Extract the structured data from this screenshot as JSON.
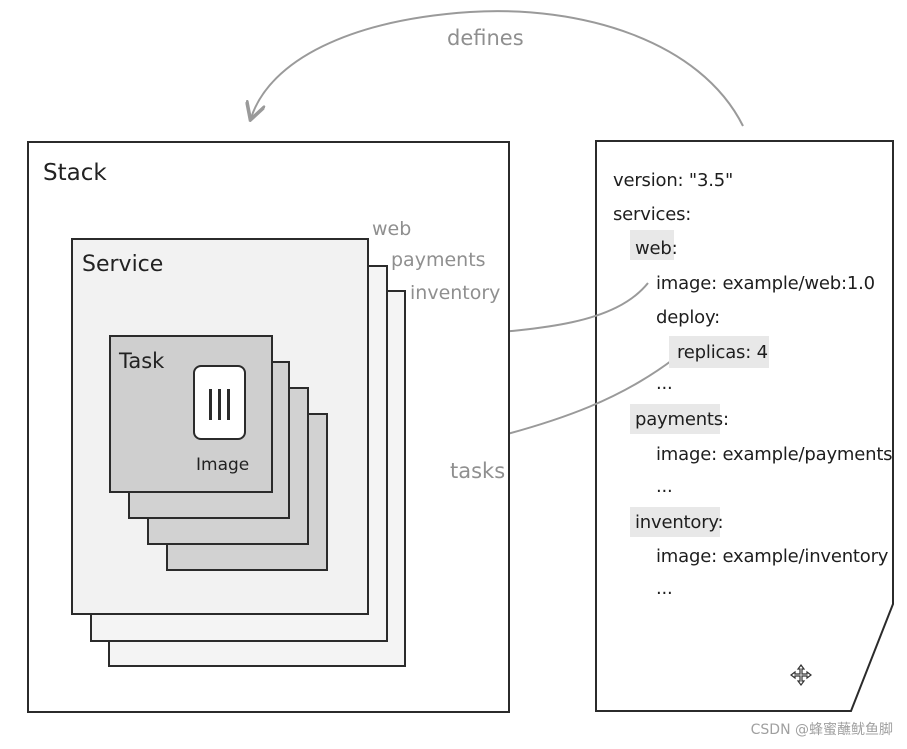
{
  "diagram": {
    "stack_label": "Stack",
    "service_label": "Service",
    "task_label": "Task",
    "image_label": "Image",
    "service_names": [
      "web",
      "payments",
      "inventory"
    ],
    "arrow_labels": {
      "defines": "defines",
      "tasks": "tasks"
    }
  },
  "compose_file": {
    "lines": {
      "version": "version: \"3.5\"",
      "services": "services:",
      "web": "web:",
      "web_image": "image: example/web:1.0",
      "deploy": "deploy:",
      "replicas": "replicas: 4",
      "ellipsis1": "...",
      "payments": "payments:",
      "payments_image": "image: example/payments",
      "ellipsis2": "...",
      "inventory": "inventory:",
      "inventory_image": "image: example/inventory",
      "ellipsis3": "..."
    }
  },
  "watermark": "CSDN @蜂蜜蘸鱿鱼脚",
  "colors": {
    "outline": "#2b2b2b",
    "arrow": "#9a9a9a",
    "label_gray": "#8f8f8f",
    "task_fill": "#cfcfcf",
    "highlight": "#e8e8e8"
  }
}
